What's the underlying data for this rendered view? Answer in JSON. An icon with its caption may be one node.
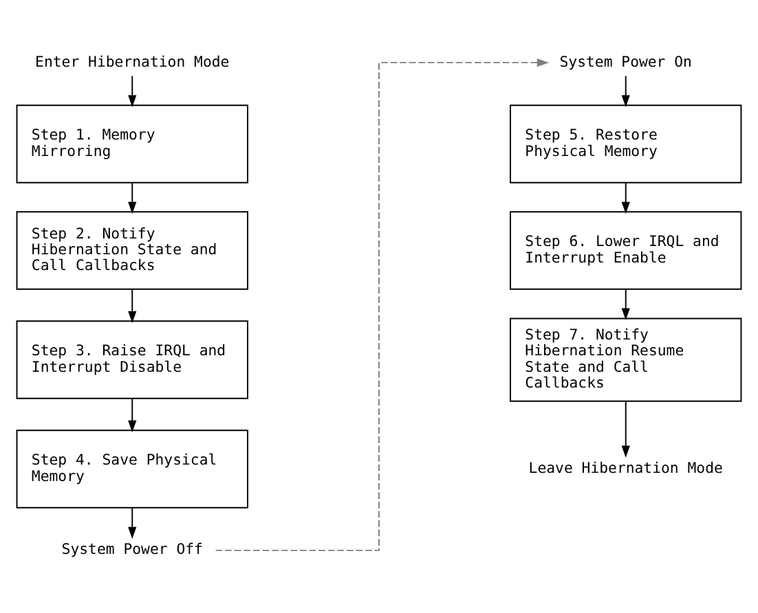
{
  "diagram": {
    "nodes": [
      {
        "text": [
          "Enter Hibernation Mode"
        ]
      },
      {
        "text": [
          "Step 1. Memory Mirroring"
        ]
      },
      {
        "text": [
          "Step 2. Notify Hibernation State and Call Callbacks"
        ]
      },
      {
        "text": [
          "Step 3. Raise IRQL and Interrupt Disable"
        ]
      },
      {
        "text": [
          "Step 4. Save Physical Memory"
        ]
      },
      {
        "text": [
          "System Power Off"
        ]
      },
      {
        "text": [
          "System Power On"
        ]
      },
      {
        "text": [
          "Step 5. Restore Physical Memory"
        ]
      },
      {
        "text": [
          "Step 6. Lower IRQL and Interrupt Enable"
        ]
      },
      {
        "text": [
          "Step 7. Notify Hibernation Resume State and Call Callbacks"
        ]
      },
      {
        "text": [
          "Leave Hibernation Mode"
        ]
      }
    ],
    "edges": [
      {
        "from": 0,
        "to": 1,
        "arrow": "to"
      },
      {
        "from": 1,
        "to": 2,
        "arrow": "to"
      },
      {
        "from": 2,
        "to": 3,
        "arrow": "to"
      },
      {
        "from": 3,
        "to": 4,
        "arrow": "to"
      },
      {
        "from": 4,
        "to": 5,
        "arrow": "to"
      },
      {
        "from": 5,
        "to": 6,
        "arrow": "to",
        "style": "dashed",
        "color": "#808080"
      },
      {
        "from": 6,
        "to": 7,
        "arrow": "to"
      },
      {
        "from": 7,
        "to": 8,
        "arrow": "to"
      },
      {
        "from": 8,
        "to": 9,
        "arrow": "to"
      },
      {
        "from": 9,
        "to": 10,
        "arrow": "to"
      }
    ]
  }
}
